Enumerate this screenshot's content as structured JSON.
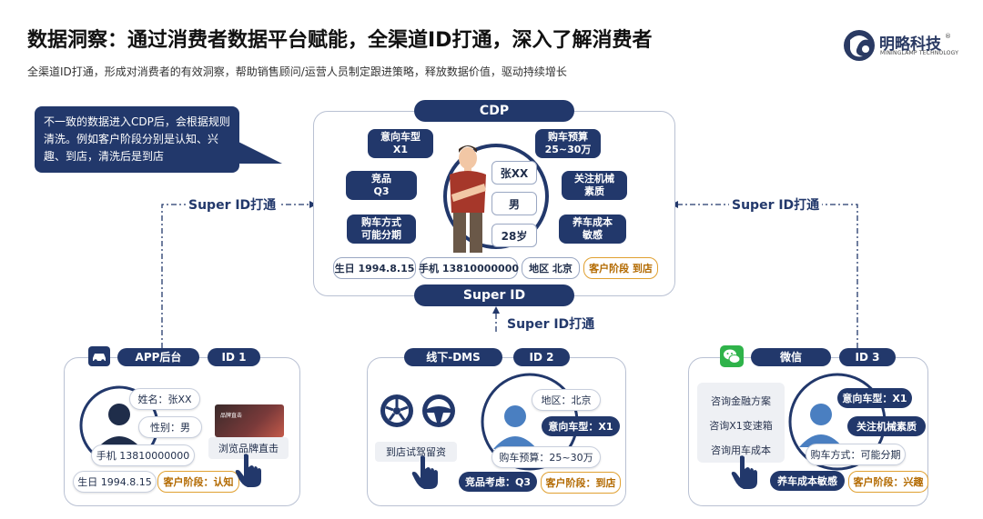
{
  "header": {
    "title": "数据洞察：通过消费者数据平台赋能，全渠道ID打通，深入了解消费者",
    "subtitle": "全渠道ID打通，形成对消费者的有效洞察，帮助销售顾问/运营人员制定跟进策略，释放数据价值，驱动持续增长"
  },
  "logo": {
    "name": "明略科技",
    "sub": "MININGLAMP TECHNOLOGY",
    "reg": "®"
  },
  "callout": "不一致的数据进入CDP后，会根据规则清洗。例如客户阶段分别是认知、兴趣、到店，清洗后是到店",
  "cdp": {
    "title": "CDP",
    "footer": "Super ID",
    "left_tags": [
      {
        "l1": "意向车型",
        "l2": "X1"
      },
      {
        "l1": "竞品",
        "l2": "Q3"
      },
      {
        "l1": "购车方式",
        "l2": "可能分期"
      }
    ],
    "right_tags": [
      {
        "l1": "购车预算",
        "l2": "25~30万"
      },
      {
        "l1": "关注机械",
        "l2": "素质"
      },
      {
        "l1": "养车成本",
        "l2": "敏感"
      }
    ],
    "person": {
      "name": "张XX",
      "gender": "男",
      "age": "28岁"
    },
    "bottom": {
      "birthday": "生日 1994.8.15",
      "phone": "手机 13810000000",
      "region": "地区 北京",
      "stage": "客户阶段 到店"
    }
  },
  "links": {
    "left": "Super ID打通",
    "right": "Super ID打通",
    "bottom": "Super ID打通"
  },
  "sources": {
    "app": {
      "name": "APP后台",
      "id": "ID 1",
      "fields": {
        "name": "姓名：张XX",
        "gender": "性别：男",
        "phone": "手机 13810000000",
        "birthday": "生日 1994.8.15",
        "stage": "客户阶段：认知"
      },
      "image_caption": "品牌直击",
      "action": "浏览品牌直击"
    },
    "dms": {
      "name": "线下-DMS",
      "id": "ID 2",
      "action": "到店试驾留资",
      "fields": {
        "region": "地区：北京",
        "model": "意向车型：X1",
        "budget": "购车预算：25~30万",
        "competitor": "竞品考虑：Q3",
        "stage": "客户阶段：到店"
      }
    },
    "wechat": {
      "name": "微信",
      "id": "ID 3",
      "menu": [
        "咨询金融方案",
        "咨询X1变速箱",
        "咨询用车成本"
      ],
      "fields": {
        "model": "意向车型：X1",
        "mech": "关注机械素质",
        "method": "购车方式：可能分期",
        "cost": "养车成本敏感",
        "stage": "客户阶段：兴趣"
      }
    }
  },
  "colors": {
    "navy": "#22386b",
    "orange": "#e0a030",
    "border": "#b9c1d3"
  }
}
